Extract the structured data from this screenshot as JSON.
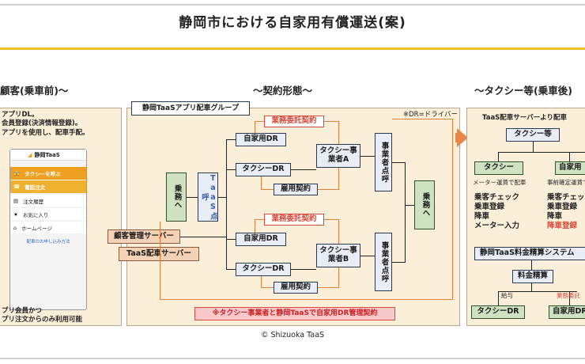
{
  "title": "静岡市における自家用有償運送(案)",
  "sections": {
    "left_heading": "顧客(乗車前)〜",
    "mid_heading": "〜契約形態〜",
    "right_heading": "〜タクシー等(乗車後)"
  },
  "left": {
    "text_lines": [
      "アプリDL。",
      "会員登録(決済情報登録)。",
      "アプリを使用し、配車手配。"
    ],
    "footer_lines": [
      "プリ会員かつ",
      "プリ注文からのみ利用可能"
    ],
    "app": {
      "brand": "静岡TaaS",
      "menu": [
        "タクシーを呼ぶ",
        "電話注文",
        "注文履歴",
        "お気に入り",
        "ホームページ"
      ],
      "link": "配車のお申し込み方法"
    }
  },
  "middle": {
    "group_label": "静岡TaaSアプリ配車グループ",
    "note": "※DR=ドライバー",
    "customer_mgmt_server": "顧客管理サーバー",
    "taas_dispatch_server": "TaaS配車サーバー",
    "boarding": "乗務へ",
    "taas_points": "TaaS点呼",
    "upper": {
      "outsourcing": "業務委託契約",
      "private_dr": "自家用DR",
      "taxi_dr": "タクシーDR",
      "employment": "雇用契約",
      "operator": "タクシー事業者A",
      "roll_call": "事業者点呼"
    },
    "lower": {
      "outsourcing": "業務委託契約",
      "private_dr": "自家用DR",
      "taxi_dr": "タクシーDR",
      "employment": "雇用契約",
      "operator": "タクシー事業者B",
      "roll_call": "事業者点呼"
    },
    "boarding_right": "乗務へ",
    "bottom_contract": "※タクシー事業者と静岡TaaSで自家用DR管理契約"
  },
  "right": {
    "dispatch_note": "TaaS配車サーバーより配車",
    "taxi_etc": "タクシー等",
    "taxi": "タクシー",
    "private": "自家用",
    "meter_note": "メーター運賃で配車",
    "fare_note": "事前確定運賃で",
    "taxi_list": [
      "乗客チェック",
      "乗車登録",
      "降車",
      "メーター入力"
    ],
    "private_list": [
      "乗客チェッ",
      "乗車登録",
      "降車"
    ],
    "private_red": "降車登録",
    "settlement_system": "静岡TaaS料金精算システム",
    "fare_settlement": "料金精算",
    "salary": "給与",
    "outsourcing_short": "業務委託",
    "taxi_dr": "タクシーDR",
    "private_dr": "自家用DR"
  },
  "copyright": "© Shizuoka TaaS",
  "colors": {
    "accent_yellow": "#f0c020",
    "panel_bg": "#fcefd9",
    "contract_red": "#d84a3a",
    "line_orange": "#e0803a",
    "green_box": "#cfe3c3",
    "blue_box": "#e9eef6"
  }
}
